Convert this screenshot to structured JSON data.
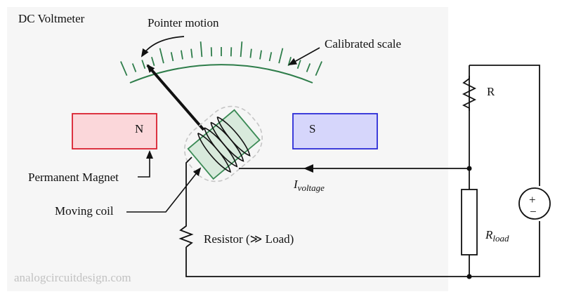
{
  "title": "DC Voltmeter",
  "labels": {
    "pointer_motion": "Pointer motion",
    "calibrated_scale": "Calibrated scale",
    "north_pole": "N",
    "south_pole": "S",
    "permanent_magnet": "Permanent Magnet",
    "moving_coil": "Moving coil",
    "resistor": "Resistor (≫ Load)",
    "resistor_r": "R",
    "current_main": "I",
    "current_sub": "voltage",
    "load_main": "R",
    "load_sub": "load",
    "source_plus": "+",
    "source_minus": "−",
    "watermark": "analogcircuitdesign.com"
  },
  "colors": {
    "panel_bg": "#f6f6f6",
    "scale": "#2e7d4a",
    "coil_fill": "#d8eadc",
    "coil_stroke": "#3a8a55",
    "north_fill": "#fbd7da",
    "north_stroke": "#d9202f",
    "south_fill": "#d6d6fb",
    "south_stroke": "#2b2bd6",
    "wire": "#111111",
    "watermark": "#c2c2c2"
  }
}
